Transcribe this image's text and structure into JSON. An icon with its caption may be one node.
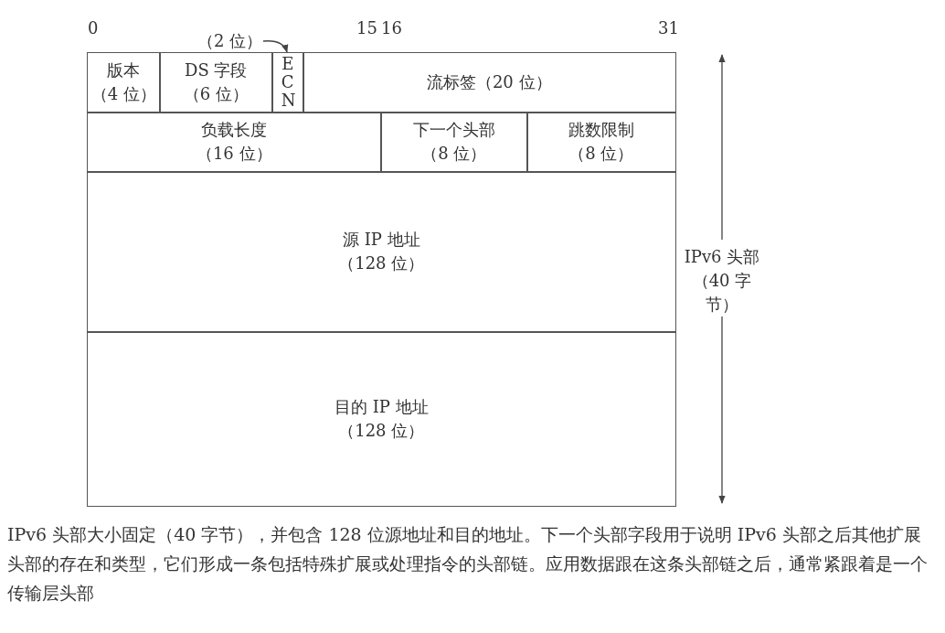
{
  "diagram": {
    "caption": "IPv6 头部大小固定（40 字节），并包含 128 位源地址和目的地址。下一个头部字段用于说明 IPv6 头部之后其他扩展头部的存在和类型，它们形成一条包括特殊扩展或处理指令的头部链。应用数据跟在这条头部链之后，通常紧跟着是一个传输层头部",
    "nodes": [
      {
        "text": [
          "版本",
          "（4 位）"
        ]
      },
      {
        "text": [
          "DS 字段",
          "（6 位）"
        ]
      },
      {
        "text": [
          "ECN"
        ]
      },
      {
        "text": [
          "流标签（20 位）"
        ]
      },
      {
        "text": [
          "负载长度",
          "（16 位）"
        ]
      },
      {
        "text": [
          "下一个头部",
          "（8 位）"
        ]
      },
      {
        "text": [
          "跳数限制",
          "（8 位）"
        ]
      },
      {
        "text": [
          "源 IP 地址",
          "（128 位）"
        ]
      },
      {
        "text": [
          "目的 IP 地址",
          "（128 位）"
        ]
      },
      {
        "text": [
          "（2 位）"
        ]
      }
    ],
    "edges": [
      {
        "from": 9,
        "to": 2,
        "arrow": "to"
      }
    ],
    "labels": [
      "0",
      "15",
      "16",
      "31",
      "IPv6 头部（40 字节）"
    ]
  }
}
